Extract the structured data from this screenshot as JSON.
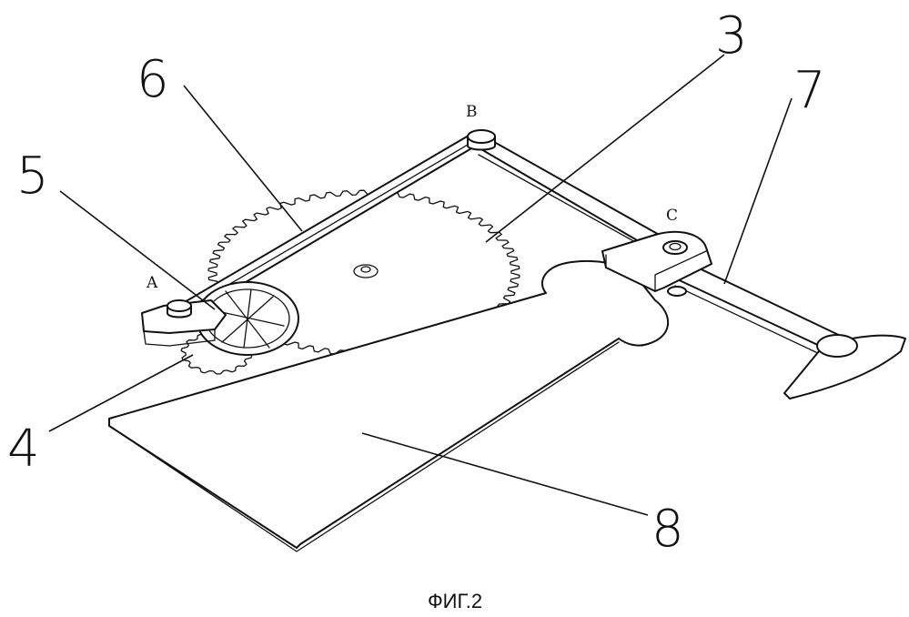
{
  "figure": {
    "caption": "ФИГ.2",
    "labels": {
      "n3": "3",
      "n4": "4",
      "n5": "5",
      "n6": "6",
      "n7": "7",
      "n8": "8"
    },
    "points": {
      "a": "A",
      "b": "B",
      "c": "C"
    }
  }
}
